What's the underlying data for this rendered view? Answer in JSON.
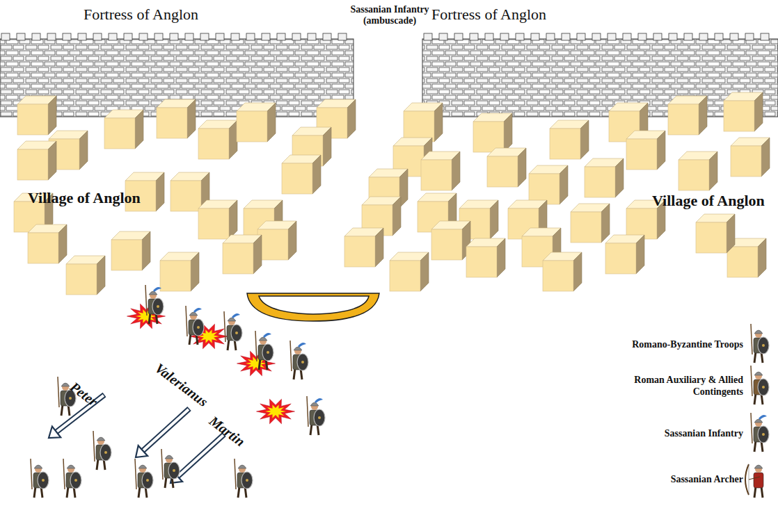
{
  "diagram": {
    "nodes": [
      {
        "text": [
          "Fortress of Anglon"
        ]
      },
      {
        "text": [
          "Fortress of Anglon"
        ]
      }
    ],
    "labels": [
      "Sassanian Infantry (ambuscade)",
      "Village of Anglon",
      "Village of Anglon",
      "Peter",
      "Valerianus",
      "Martin"
    ],
    "legend": [
      {
        "text": "Romano-Byzantine Troops"
      },
      {
        "text": "Roman Auxiliary & Allied Contingents"
      },
      {
        "text": "Sassanian Infantry"
      },
      {
        "text": "Sassanian Archer"
      }
    ]
  }
}
